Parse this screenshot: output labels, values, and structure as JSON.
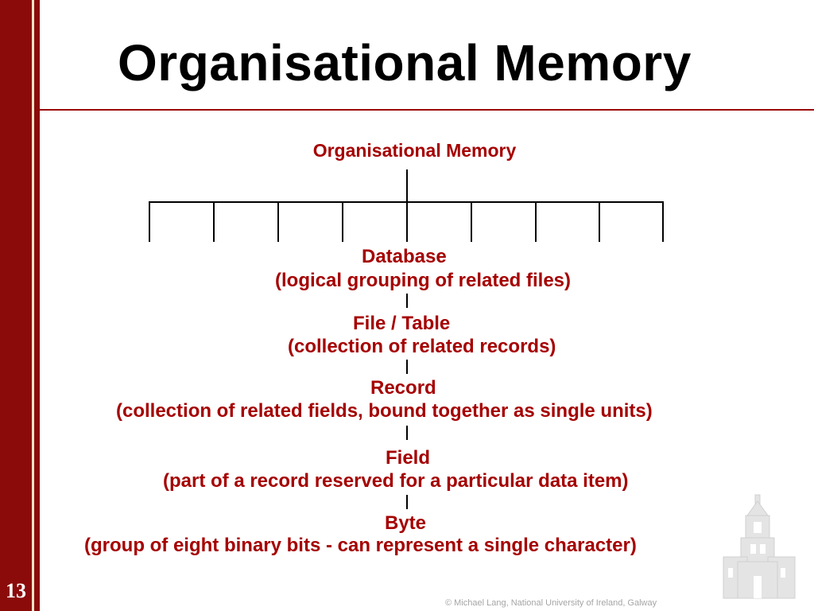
{
  "slide": {
    "number": "13",
    "title": "Organisational Memory",
    "copyright": "© Michael Lang, National University of Ireland, Galway"
  },
  "diagram": {
    "root": "Organisational Memory",
    "levels": [
      {
        "label": "Database",
        "description": "(logical grouping of related files)"
      },
      {
        "label": "File / Table",
        "description": "(collection of related records)"
      },
      {
        "label": "Record",
        "description": "(collection of related fields, bound together as single units)"
      },
      {
        "label": "Field",
        "description": "(part of a record reserved for a particular data item)"
      },
      {
        "label": "Byte",
        "description": "(group of eight binary bits - can represent a single character)"
      }
    ]
  },
  "colors": {
    "sidebar": "#8b0b0b",
    "accent_text": "#a50000",
    "title_rule": "#9a0000"
  },
  "watermark_icon": "building-tower-icon"
}
